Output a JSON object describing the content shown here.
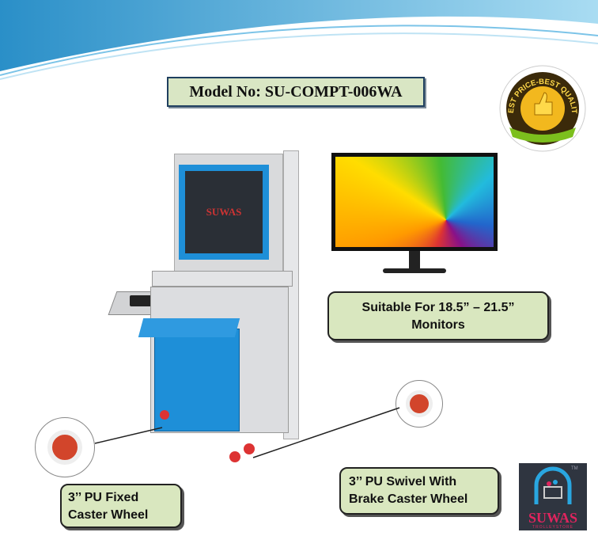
{
  "model_label": "Model No: SU-COMPT-006WA",
  "badge_text": "BEST PRICE-BEST QUALITY",
  "monitor_label": {
    "line1": "Suitable For 18.5” – 21.5”",
    "line2": "Monitors"
  },
  "fixed_wheel_label": {
    "line1": "3’’ PU Fixed",
    "line2": "Caster Wheel"
  },
  "swivel_wheel_label": {
    "line1": "3’’ PU Swivel With",
    "line2": "Brake Caster Wheel"
  },
  "cabinet_brand": "SUWAS",
  "logo": {
    "name": "SUWAS",
    "tagline": "TROLLEYSTORE",
    "tm": "TM"
  },
  "colors": {
    "accent_blue": "#1e8fd8",
    "label_bg": "#d9e7bf",
    "brand_red": "#e0245e"
  }
}
